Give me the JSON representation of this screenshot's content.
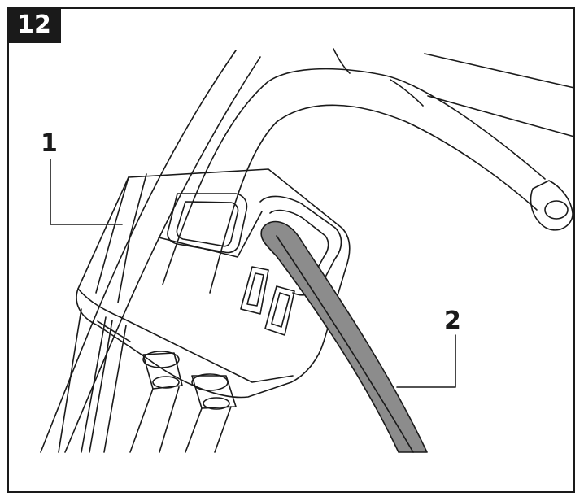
{
  "step": {
    "number": "12"
  },
  "callouts": [
    {
      "label": "1",
      "part": "control-box"
    },
    {
      "label": "2",
      "part": "cable"
    }
  ],
  "colors": {
    "line": "#1a1a1a",
    "cable_fill": "#8c8c8c",
    "background": "#ffffff"
  }
}
